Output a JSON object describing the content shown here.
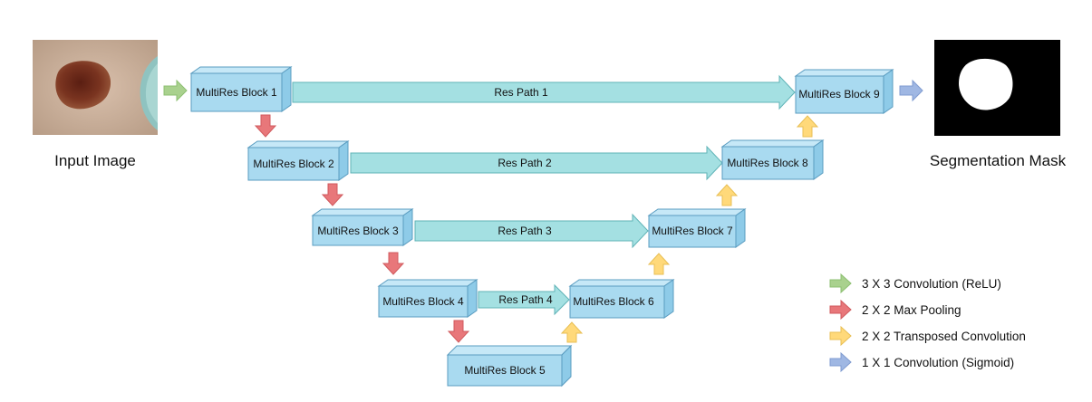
{
  "captions": {
    "input": "Input Image",
    "output": "Segmentation Mask"
  },
  "blocks": [
    {
      "label": "MultiRes Block 1"
    },
    {
      "label": "MultiRes Block 2"
    },
    {
      "label": "MultiRes Block 3"
    },
    {
      "label": "MultiRes Block 4"
    },
    {
      "label": "MultiRes Block 5"
    },
    {
      "label": "MultiRes Block 6"
    },
    {
      "label": "MultiRes Block 7"
    },
    {
      "label": "MultiRes Block 8"
    },
    {
      "label": "MultiRes Block 9"
    }
  ],
  "res_paths": [
    {
      "label": "Res Path 1"
    },
    {
      "label": "Res Path 2"
    },
    {
      "label": "Res Path 3"
    },
    {
      "label": "Res Path 4"
    }
  ],
  "legend": [
    {
      "label": "3 X 3 Convolution (ReLU)",
      "color": "#a9d18e"
    },
    {
      "label": "2 X 2 Max Pooling",
      "color": "#e8777a"
    },
    {
      "label": "2 X 2 Transposed Convolution",
      "color": "#ffd97a"
    },
    {
      "label": "1 X 1 Convolution (Sigmoid)",
      "color": "#9fb7e3"
    }
  ],
  "colors": {
    "block_face": "#a9daf0",
    "block_edge": "#5a9cc0",
    "res_path": "#a4e0e2",
    "res_path_edge": "#5fb3b7",
    "conv_relu": "#a9d18e",
    "max_pool": "#e8777a",
    "transposed_conv": "#ffd97a",
    "sigmoid_conv": "#9fb7e3"
  }
}
